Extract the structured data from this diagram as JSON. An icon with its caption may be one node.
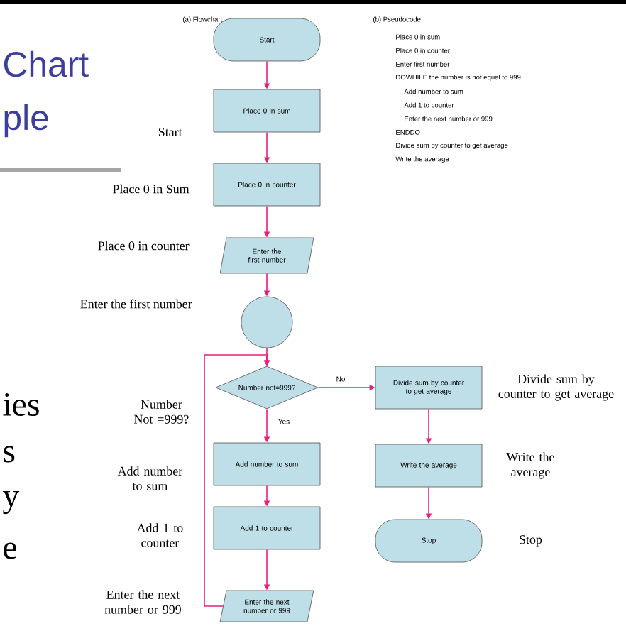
{
  "diagram": {
    "nodes": [
      {
        "text": [
          "Start"
        ]
      },
      {
        "text": [
          "Place 0 in sum"
        ]
      },
      {
        "text": [
          "Place 0 in counter"
        ]
      },
      {
        "text": [
          "Enter the first number"
        ]
      },
      {
        "text": [],
        "shape": "circle"
      },
      {
        "text": [
          "Number not=999?"
        ]
      },
      {
        "text": [
          "Add number to sum"
        ]
      },
      {
        "text": [
          "Add 1 to counter"
        ]
      },
      {
        "text": [
          "Enter the next number or 999"
        ]
      },
      {
        "text": [
          "Divide sum by counter to get average"
        ]
      },
      {
        "text": [
          "Write the average"
        ]
      },
      {
        "text": [
          "Stop"
        ]
      }
    ],
    "edges": [
      {
        "from": 0,
        "to": 1,
        "arrow": "to"
      },
      {
        "from": 1,
        "to": 2,
        "arrow": "to"
      },
      {
        "from": 2,
        "to": 3,
        "arrow": "to"
      },
      {
        "from": 3,
        "to": 4,
        "arrow": "to"
      },
      {
        "from": 4,
        "to": 5,
        "arrow": "to"
      },
      {
        "from": 5,
        "to": 6,
        "arrow": "to",
        "label": "Yes"
      },
      {
        "from": 6,
        "to": 7,
        "arrow": "to"
      },
      {
        "from": 7,
        "to": 8,
        "arrow": "to"
      },
      {
        "from": 8,
        "to": 5,
        "arrow": "to"
      },
      {
        "from": 5,
        "to": 9,
        "arrow": "to",
        "label": "No"
      },
      {
        "from": 9,
        "to": 10,
        "arrow": "to"
      },
      {
        "from": 10,
        "to": 11,
        "arrow": "to"
      }
    ],
    "labels": [
      "(a) Flowchart",
      "(b) Pseudocode",
      "Place 0 in sum",
      "Place 0 in counter",
      "Enter first number",
      "DOWHILE the number is not equal to 999",
      "Add number to sum",
      "Add 1 to counter",
      "Enter the next number or 999",
      "ENDDO",
      "Divide sum by counter to get average",
      "Write the average",
      "Chart",
      "ple",
      "Start",
      "Place 0 in Sum",
      "Place 0 in counter",
      "Enter the first number",
      "ies",
      "Number Not =999?",
      "s",
      "Add number to sum",
      "y",
      "Add 1 to counter",
      "e",
      "Enter the next number or 999",
      "Divide sum by counter to get average",
      "Write the average",
      "Stop"
    ]
  }
}
